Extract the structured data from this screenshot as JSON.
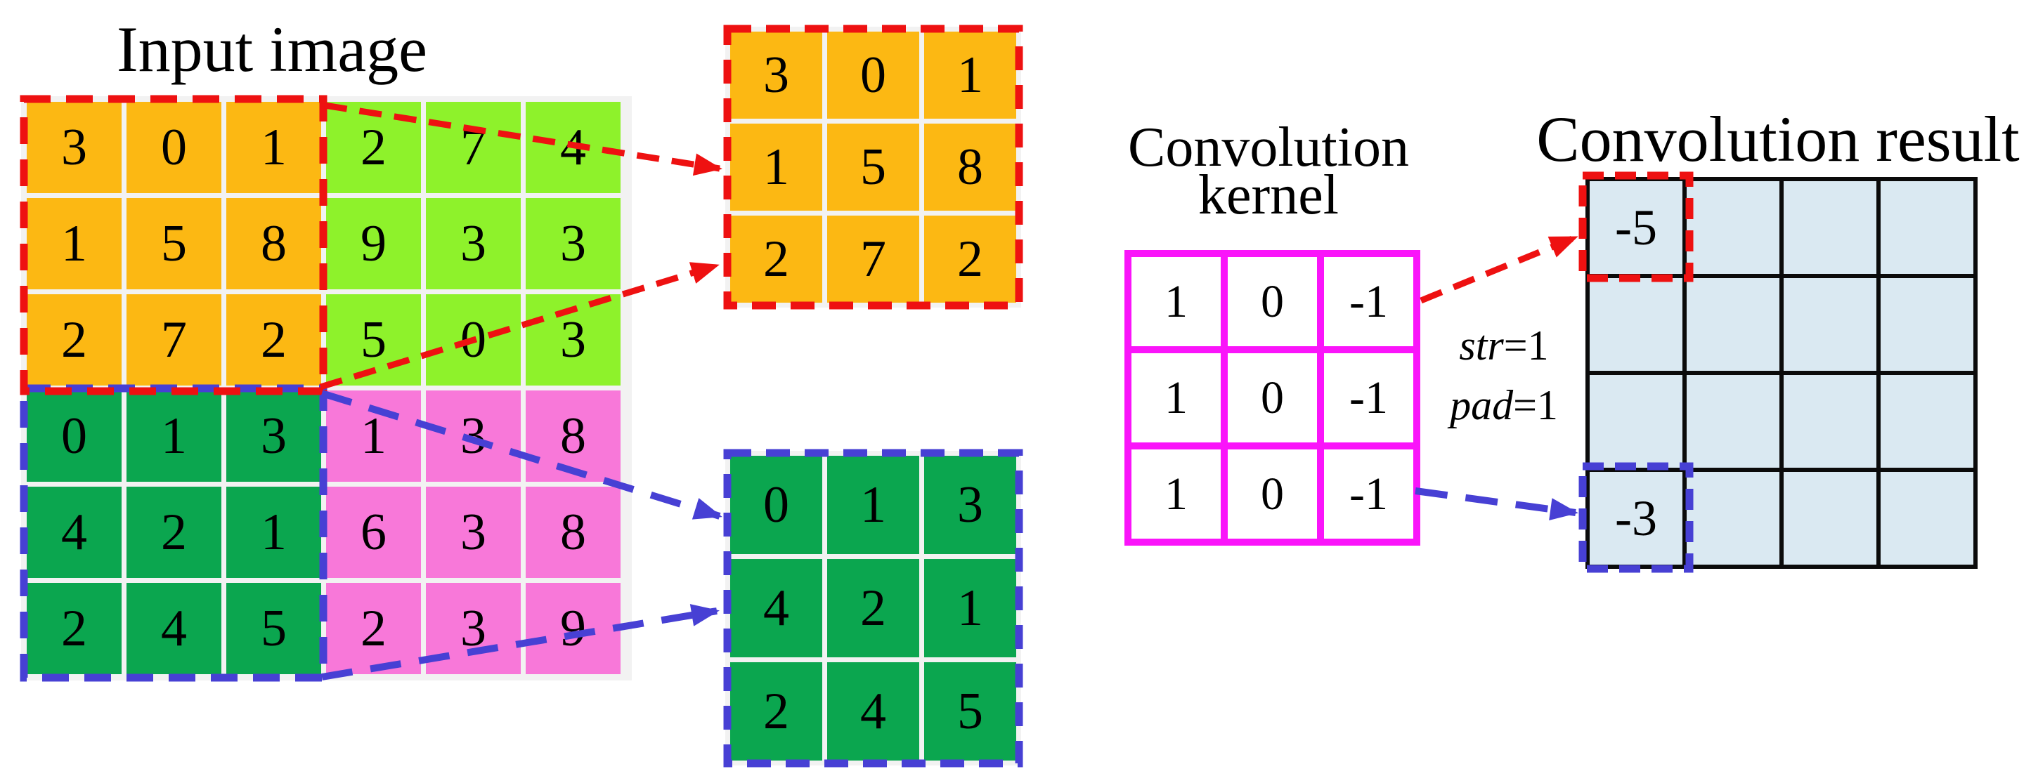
{
  "titles": {
    "input": "Input image",
    "kernel_line1": "Convolution",
    "kernel_line2": "kernel",
    "result": "Convolution result"
  },
  "input_image": {
    "values": [
      [
        3,
        0,
        1,
        2,
        7,
        4
      ],
      [
        1,
        5,
        8,
        9,
        3,
        3
      ],
      [
        2,
        7,
        2,
        5,
        0,
        3
      ],
      [
        0,
        1,
        3,
        1,
        3,
        8
      ],
      [
        4,
        2,
        1,
        6,
        3,
        8
      ],
      [
        2,
        4,
        5,
        2,
        3,
        9
      ]
    ]
  },
  "patch_top": {
    "values": [
      [
        3,
        0,
        1
      ],
      [
        1,
        5,
        8
      ],
      [
        2,
        7,
        2
      ]
    ]
  },
  "patch_bottom": {
    "values": [
      [
        0,
        1,
        3
      ],
      [
        4,
        2,
        1
      ],
      [
        2,
        4,
        5
      ]
    ]
  },
  "kernel": {
    "values": [
      [
        1,
        0,
        -1
      ],
      [
        1,
        0,
        -1
      ],
      [
        1,
        0,
        -1
      ]
    ]
  },
  "params": {
    "stride_name": "str",
    "stride_value": "=1",
    "padding_name": "pad",
    "padding_value": "=1"
  },
  "result": {
    "values": [
      [
        "-5",
        "",
        "",
        ""
      ],
      [
        "",
        "",
        "",
        ""
      ],
      [
        "",
        "",
        "",
        ""
      ],
      [
        "-3",
        "",
        "",
        ""
      ]
    ]
  },
  "colors": {
    "input_quadrants": {
      "top_left": "#FCB813",
      "top_right": "#8EF22B",
      "bottom_left": "#0BA64F",
      "bottom_right": "#F878D9"
    },
    "patch_top_fill": "#FCB813",
    "patch_bottom_fill": "#0BA64F",
    "kernel_border": "#FA14FA",
    "result_fill": "#DAE9F2",
    "result_border": "#0B0B0B",
    "red_accent": "#EE1111",
    "blue_accent": "#4740D4",
    "grid_backing": "#F2F2F2"
  }
}
